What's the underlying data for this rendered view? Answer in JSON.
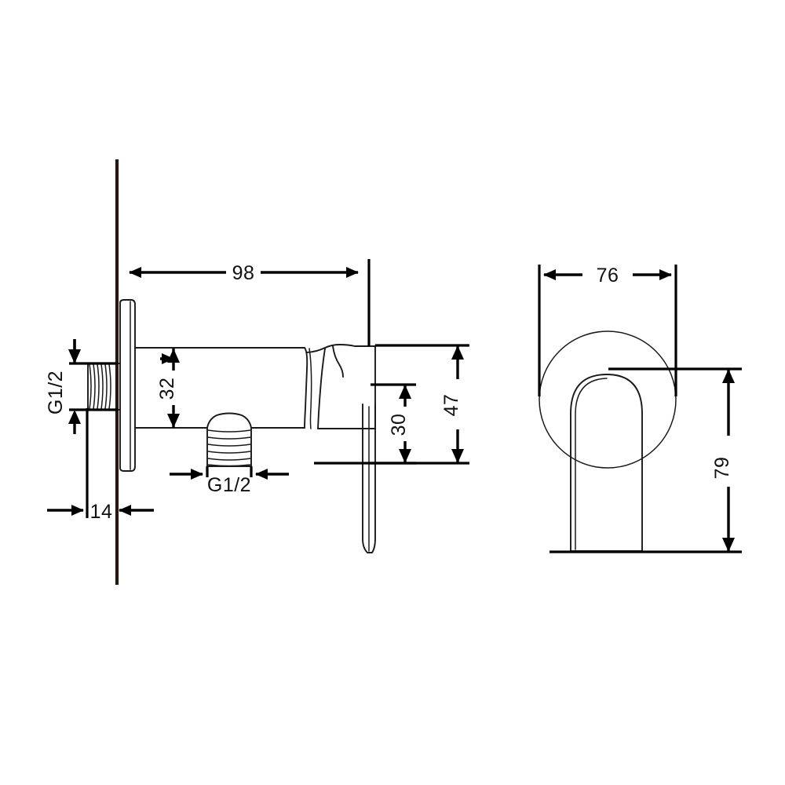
{
  "document": {
    "type": "technical-dimension-drawing",
    "subject": "Concealed single-lever shower mixer valve",
    "units": "mm",
    "background_color": "#ffffff",
    "line_color": "#1a1a1a",
    "dimension_color": "#000000"
  },
  "views": {
    "side": {
      "name": "side-section-view",
      "label": ""
    },
    "front": {
      "name": "front-view",
      "label": ""
    }
  },
  "dimensions": {
    "overall_length": "98",
    "body_height_to_axis": "32",
    "handle_offset": "30",
    "body_depth_total": "47",
    "wall_plate_thickness": "14",
    "plate_diameter": "76",
    "front_height": "79",
    "inlet_thread_top": "G1/2",
    "inlet_thread_bottom": "G1/2"
  },
  "labels": [
    {
      "id": "dim-98",
      "text": "98"
    },
    {
      "id": "dim-32",
      "text": "32"
    },
    {
      "id": "dim-30",
      "text": "30"
    },
    {
      "id": "dim-47",
      "text": "47"
    },
    {
      "id": "dim-14",
      "text": "14"
    },
    {
      "id": "dim-76",
      "text": "76"
    },
    {
      "id": "dim-79",
      "text": "79"
    },
    {
      "id": "thread-left",
      "text": "G1/2"
    },
    {
      "id": "thread-bottom",
      "text": "G1/2"
    }
  ]
}
